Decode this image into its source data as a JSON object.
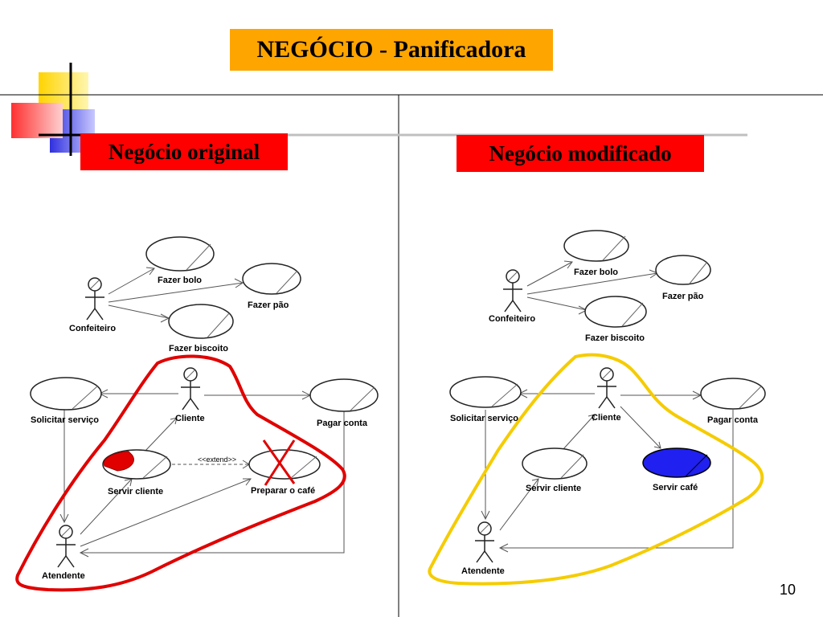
{
  "title": "NEGÓCIO - Panificadora",
  "page_number": "10",
  "left_panel": {
    "label": "Negócio original",
    "actors": {
      "confeiteiro": "Confeiteiro",
      "cliente": "Cliente",
      "atendente": "Atendente"
    },
    "use_cases": {
      "fazer_bolo": "Fazer bolo",
      "fazer_pao": "Fazer pão",
      "fazer_biscoito": "Fazer biscoito",
      "solicitar_servico": "Solicitar serviço",
      "pagar_conta": "Pagar conta",
      "servir_cliente": "Servir cliente",
      "preparar_cafe": "Preparar o café"
    },
    "extend_label": "<<extend>>",
    "highlight_color": "#e00000",
    "fill_color": "#e00000"
  },
  "right_panel": {
    "label": "Negócio modificado",
    "actors": {
      "confeiteiro": "Confeiteiro",
      "cliente": "Cliente",
      "atendente": "Atendente"
    },
    "use_cases": {
      "fazer_bolo": "Fazer bolo",
      "fazer_pao": "Fazer pão",
      "fazer_biscoito": "Fazer biscoito",
      "solicitar_servico": "Solicitar serviço",
      "pagar_conta": "Pagar conta",
      "servir_cliente": "Servir cliente",
      "servir_cafe": "Servir café"
    },
    "highlight_color": "#f5cc00",
    "fill_color": "#2020f0"
  }
}
